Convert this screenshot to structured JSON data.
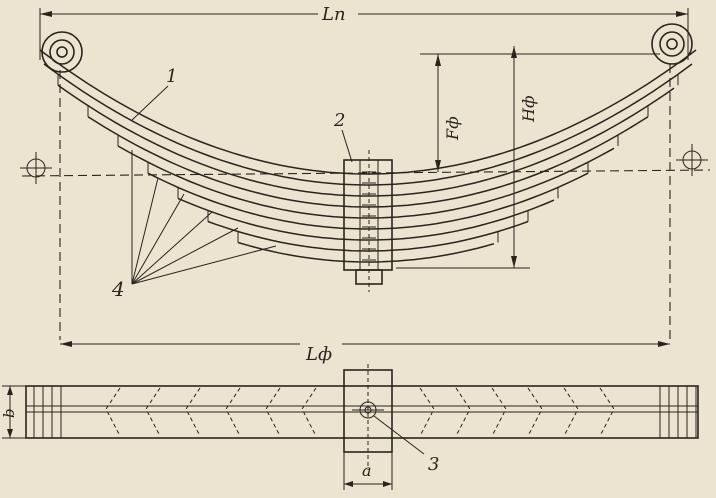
{
  "labels": {
    "spring_length": "Lп",
    "flat_length": "Lф",
    "deflection": "Fф",
    "height": "Hф",
    "thickness": "b",
    "clamp_width": "a",
    "part_1": "1",
    "part_2": "2",
    "part_3": "3",
    "part_4": "4"
  },
  "icons": {
    "eye_left": "spring-eye-icon",
    "eye_right": "spring-eye-icon",
    "center_bolt": "bolt-crosshair-icon"
  }
}
